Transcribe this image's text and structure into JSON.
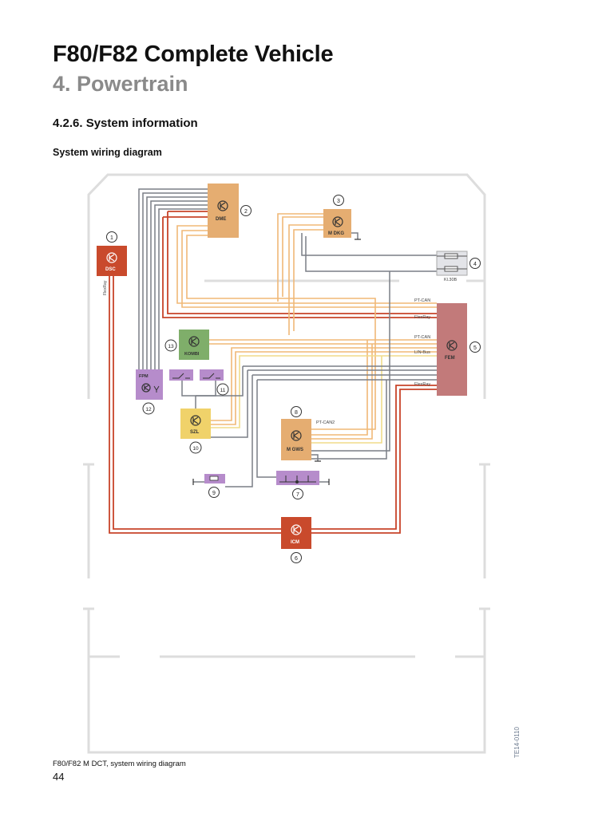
{
  "header": {
    "title": "F80/F82 Complete Vehicle",
    "subtitle": "4. Powertrain",
    "section": "4.2.6. System information",
    "heading": "System wiring diagram"
  },
  "footer": {
    "caption": "F80/F82 M DCT, system wiring diagram",
    "page_number": "44"
  },
  "diagram": {
    "image_code": "TE14-0110",
    "components": {
      "dme": "DME",
      "m_dkg": "M DKG",
      "dsc": "DSC",
      "fem": "FEM",
      "kombi": "KOMBI",
      "fpm": "FPM",
      "szl": "SZL",
      "m_gws": "M GWS",
      "icm": "ICM",
      "kl30b": "Kl.30B"
    },
    "callouts": {
      "c1": "1",
      "c2": "2",
      "c3": "3",
      "c4": "4",
      "c5": "5",
      "c6": "6",
      "c7": "7",
      "c8": "8",
      "c9": "9",
      "c10": "10",
      "c11": "11",
      "c12": "12",
      "c13": "13"
    },
    "bus_labels": {
      "ptcan_1": "PT-CAN",
      "flexray_1": "FlexRay",
      "ptcan_2": "PT-CAN",
      "linbus": "LIN-Bus",
      "flexray_2": "FlexRay",
      "ptcan2": "PT-CAN2",
      "flexray_dsc": "FlexRay"
    },
    "colors": {
      "flexray": "#c8442a",
      "pt_can": "#f0b877",
      "lin_bus": "#f0dc8a",
      "wire_gray": "#7a7f86",
      "dsc_icm": "#c94a2c",
      "dme_dkg_gws": "#e5ad71",
      "fem": "#c27a7a",
      "kombi": "#7fae6a",
      "fpm_switch": "#b68ccb",
      "szl": "#f0d26a",
      "vehicle_outline": "#dcdcdc"
    }
  }
}
